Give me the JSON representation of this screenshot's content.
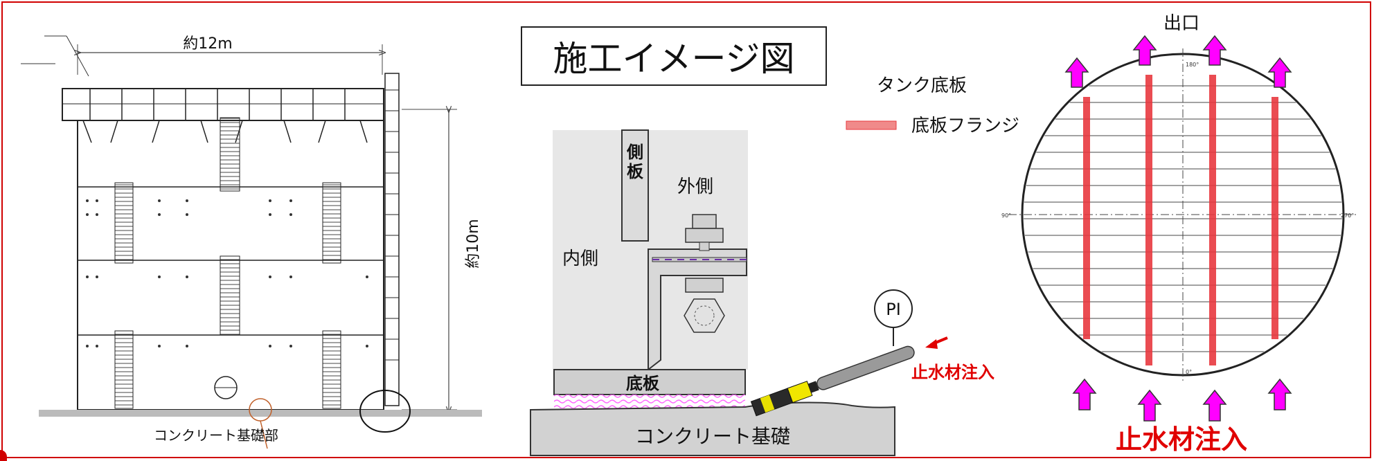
{
  "title": "施工イメージ図",
  "left": {
    "width_label": "約12m",
    "height_label": "約10m",
    "foundation_label": "コンクリート基礎部"
  },
  "section": {
    "side_plate": "側板",
    "outside": "外側",
    "inside": "内側",
    "bottom_plate": "底板",
    "pi": "PI",
    "inject": "止水材注入",
    "concrete": "コンクリート基礎"
  },
  "legend": {
    "tank_bottom": "タンク底板",
    "flange": "底板フランジ"
  },
  "plan": {
    "exit": "出口",
    "inject": "止水材注入"
  },
  "colors": {
    "accent": "#e00000",
    "arrow": "#ff00ff",
    "flange": "#e8393f"
  }
}
